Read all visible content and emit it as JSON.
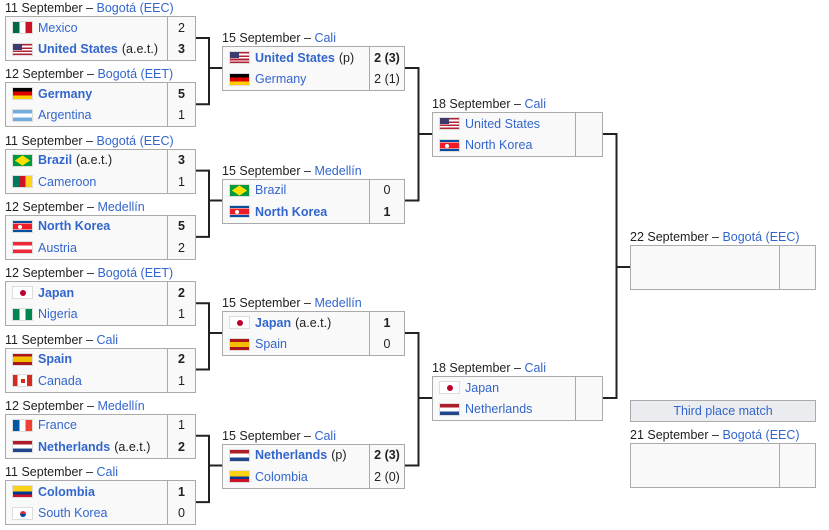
{
  "rounds": [
    {
      "name": "round-of-16",
      "matches": [
        {
          "date": "11 September",
          "venue": "Bogotá (EEC)",
          "teams": [
            {
              "name": "Mexico",
              "flag": "mx",
              "score": "2",
              "winner": false
            },
            {
              "name": "United States",
              "note": "(a.e.t.)",
              "flag": "us",
              "score": "3",
              "winner": true
            }
          ]
        },
        {
          "date": "12 September",
          "venue": "Bogotá (EET)",
          "teams": [
            {
              "name": "Germany",
              "flag": "de",
              "score": "5",
              "winner": true
            },
            {
              "name": "Argentina",
              "flag": "ar",
              "score": "1",
              "winner": false
            }
          ]
        },
        {
          "date": "11 September",
          "venue": "Bogotá (EEC)",
          "teams": [
            {
              "name": "Brazil",
              "note": "(a.e.t.)",
              "flag": "br",
              "score": "3",
              "winner": true
            },
            {
              "name": "Cameroon",
              "flag": "cm",
              "score": "1",
              "winner": false
            }
          ]
        },
        {
          "date": "12 September",
          "venue": "Medellín",
          "teams": [
            {
              "name": "North Korea",
              "flag": "kp",
              "score": "5",
              "winner": true
            },
            {
              "name": "Austria",
              "flag": "at",
              "score": "2",
              "winner": false
            }
          ]
        },
        {
          "date": "12 September",
          "venue": "Bogotá (EET)",
          "teams": [
            {
              "name": "Japan",
              "flag": "jp",
              "score": "2",
              "winner": true
            },
            {
              "name": "Nigeria",
              "flag": "ng",
              "score": "1",
              "winner": false
            }
          ]
        },
        {
          "date": "11 September",
          "venue": "Cali",
          "teams": [
            {
              "name": "Spain",
              "flag": "es",
              "score": "2",
              "winner": true
            },
            {
              "name": "Canada",
              "flag": "ca",
              "score": "1",
              "winner": false
            }
          ]
        },
        {
          "date": "12 September",
          "venue": "Medellín",
          "teams": [
            {
              "name": "France",
              "flag": "fr",
              "score": "1",
              "winner": false
            },
            {
              "name": "Netherlands",
              "note": "(a.e.t.)",
              "flag": "nl",
              "score": "2",
              "winner": true
            }
          ]
        },
        {
          "date": "11 September",
          "venue": "Cali",
          "teams": [
            {
              "name": "Colombia",
              "flag": "co",
              "score": "1",
              "winner": true
            },
            {
              "name": "South Korea",
              "flag": "kr",
              "score": "0",
              "winner": false
            }
          ]
        }
      ]
    },
    {
      "name": "quarter-finals",
      "matches": [
        {
          "date": "15 September",
          "venue": "Cali",
          "teams": [
            {
              "name": "United States",
              "note": "(p)",
              "flag": "us",
              "score": "2 (3)",
              "winner": true
            },
            {
              "name": "Germany",
              "flag": "de",
              "score": "2 (1)",
              "winner": false
            }
          ]
        },
        {
          "date": "15 September",
          "venue": "Medellín",
          "teams": [
            {
              "name": "Brazil",
              "flag": "br",
              "score": "0",
              "winner": false
            },
            {
              "name": "North Korea",
              "flag": "kp",
              "score": "1",
              "winner": true
            }
          ]
        },
        {
          "date": "15 September",
          "venue": "Medellín",
          "teams": [
            {
              "name": "Japan",
              "note": "(a.e.t.)",
              "flag": "jp",
              "score": "1",
              "winner": true
            },
            {
              "name": "Spain",
              "flag": "es",
              "score": "0",
              "winner": false
            }
          ]
        },
        {
          "date": "15 September",
          "venue": "Cali",
          "teams": [
            {
              "name": "Netherlands",
              "note": "(p)",
              "flag": "nl",
              "score": "2 (3)",
              "winner": true
            },
            {
              "name": "Colombia",
              "flag": "co",
              "score": "2 (0)",
              "winner": false
            }
          ]
        }
      ]
    },
    {
      "name": "semi-finals",
      "matches": [
        {
          "date": "18 September",
          "venue": "Cali",
          "teams": [
            {
              "name": "United States",
              "flag": "us",
              "score": "",
              "winner": false
            },
            {
              "name": "North Korea",
              "flag": "kp",
              "score": "",
              "winner": false
            }
          ]
        },
        {
          "date": "18 September",
          "venue": "Cali",
          "teams": [
            {
              "name": "Japan",
              "flag": "jp",
              "score": "",
              "winner": false
            },
            {
              "name": "Netherlands",
              "flag": "nl",
              "score": "",
              "winner": false
            }
          ]
        }
      ]
    },
    {
      "name": "final",
      "matches": [
        {
          "date": "22 September",
          "venue": "Bogotá (EEC)",
          "teams": [
            {
              "name": "",
              "score": ""
            },
            {
              "name": "",
              "score": ""
            }
          ]
        }
      ]
    }
  ],
  "third_place": {
    "label": "Third place match",
    "date": "21 September",
    "venue": "Bogotá (EEC)",
    "teams": [
      {
        "name": "",
        "score": ""
      },
      {
        "name": "",
        "score": ""
      }
    ]
  },
  "colors": {
    "link": "#3366cc",
    "cell_bg": "#f9f9f9",
    "border": "#aaa"
  }
}
